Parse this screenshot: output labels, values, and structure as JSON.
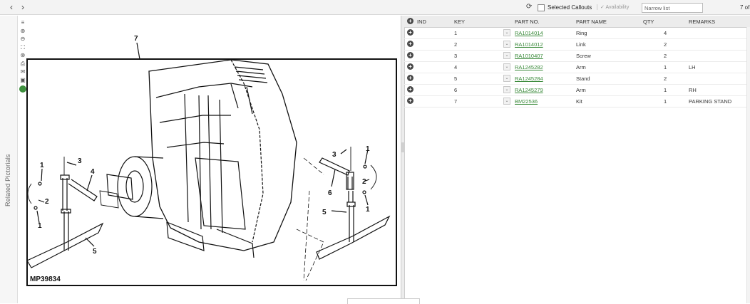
{
  "toolbar": {
    "back_icon": "chevron-left-icon",
    "forward_icon": "chevron-right-icon",
    "refresh_icon": "refresh-icon",
    "selected_callouts_label": "Selected Callouts",
    "availability_label": "Availability",
    "narrow_list_placeholder": "Narrow list",
    "page_count": "7 of"
  },
  "sidebar": {
    "related_pictorials_label": "Related Pictorials",
    "tools": [
      "menu-icon",
      "zoom-in-icon",
      "zoom-out-icon",
      "fit-screen-icon",
      "close-circle-icon",
      "print-icon",
      "email-icon",
      "export-icon",
      "status-green-icon"
    ]
  },
  "diagram": {
    "figure_id": "MP39834",
    "callouts": {
      "c7": "7",
      "c1a": "1",
      "c3a": "3",
      "c4": "4",
      "c2a": "2",
      "c1b": "1",
      "c5a": "5",
      "c3b": "3",
      "c1c": "1",
      "c2b": "2",
      "c6": "6",
      "c5b": "5",
      "c1d": "1"
    }
  },
  "parts_table": {
    "headers": [
      "IND",
      "KEY",
      "PART NO.",
      "PART NAME",
      "QTY",
      "REMARKS"
    ],
    "rows": [
      {
        "key": "1",
        "part_no": "RA1014014",
        "name": "Ring",
        "qty": "4",
        "remarks": ""
      },
      {
        "key": "2",
        "part_no": "RA1014012",
        "name": "Link",
        "qty": "2",
        "remarks": ""
      },
      {
        "key": "3",
        "part_no": "RA1010407",
        "name": "Screw",
        "qty": "2",
        "remarks": ""
      },
      {
        "key": "4",
        "part_no": "RA1245282",
        "name": "Arm",
        "qty": "1",
        "remarks": "LH"
      },
      {
        "key": "5",
        "part_no": "RA1245284",
        "name": "Stand",
        "qty": "2",
        "remarks": ""
      },
      {
        "key": "6",
        "part_no": "RA1245279",
        "name": "Arm",
        "qty": "1",
        "remarks": "RH"
      },
      {
        "key": "7",
        "part_no": "BM22536",
        "name": "Kit",
        "qty": "1",
        "remarks": "PARKING STAND"
      }
    ]
  },
  "colors": {
    "link_green": "#3a8a3a",
    "status_green": "#3d8f3d"
  }
}
